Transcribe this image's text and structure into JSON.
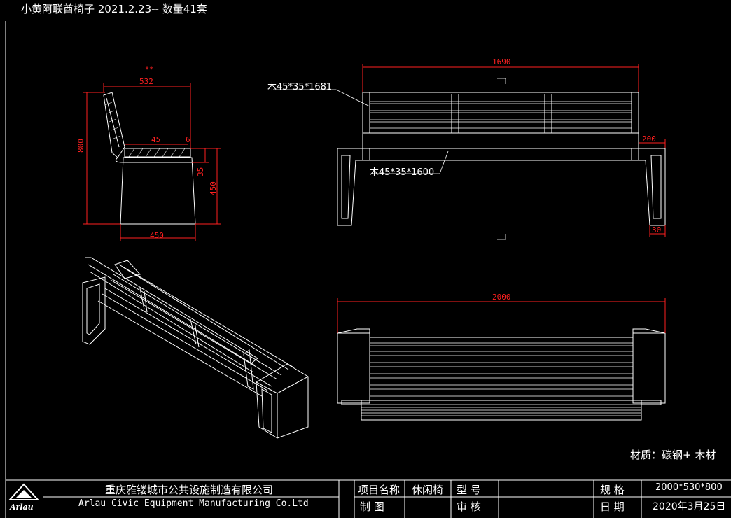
{
  "header": {
    "title": "小黄阿联酋椅子   2021.2.23-- 数量41套"
  },
  "dimensions": {
    "side_width": "532",
    "side_top_mark": "**",
    "side_seat_slat": "45",
    "side_gap": "6",
    "side_height": "800",
    "side_seat_thick": "35",
    "side_seat_height": "450",
    "side_base_width": "450",
    "front_width": "1690",
    "front_leg_width": "200",
    "front_leg_thick": "30",
    "top_width": "2000"
  },
  "labels": {
    "back_slat": "木45*35*1681",
    "front_rail": "木45*35*1600",
    "material": "材质：碳钢+ 木材"
  },
  "title_block": {
    "company_cn": "重庆雅镂城市公共设施制造有限公司",
    "company_en": "Arlau Civic Equipment Manufacturing Co.Ltd",
    "logo_text": "Arlau",
    "project_label": "项目名称",
    "project_value": "休闲椅",
    "model_label": "型   号",
    "spec_label": "规   格",
    "spec_value": "2000*530*800",
    "drawn_label": "制   图",
    "review_label": "审   核",
    "date_label": "日   期",
    "date_value": "2020年3月25日"
  },
  "colors": {
    "dimension": "#ff2020",
    "outline": "#ffffff",
    "background": "#000000"
  }
}
